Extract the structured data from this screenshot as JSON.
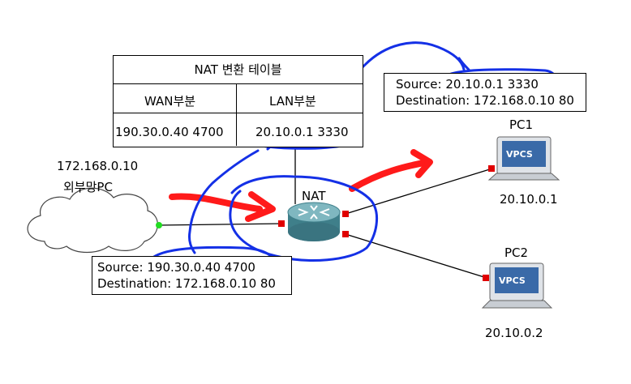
{
  "nat_table": {
    "title": "NAT 변환 테이블",
    "wan_header": "WAN부분",
    "lan_header": "LAN부분",
    "wan_value": "190.30.0.40 4700",
    "lan_value": "20.10.0.1 3330"
  },
  "top_packet": {
    "source_label": "Source:",
    "source_value": "20.10.0.1 3330",
    "destination_label": "Destination:",
    "destination_value": "172.168.0.10 80"
  },
  "bottom_packet": {
    "source_label": "Source:",
    "source_value": "190.30.0.40 4700",
    "destination_label": "Destination:",
    "destination_value": "172.168.0.10 80"
  },
  "external": {
    "ip": "172.168.0.10",
    "label": "외부망PC"
  },
  "router": {
    "label": "NAT"
  },
  "pc1": {
    "name": "PC1",
    "screen": "VPCS",
    "ip": "20.10.0.1"
  },
  "pc2": {
    "name": "PC2",
    "screen": "VPCS",
    "ip": "20.10.0.2"
  },
  "colors": {
    "annotation_blue": "#1430e6",
    "arrow_red": "#ff1a1a",
    "port_red": "#e00000",
    "port_green": "#22dd22",
    "router_teal": "#4a8f9a"
  }
}
